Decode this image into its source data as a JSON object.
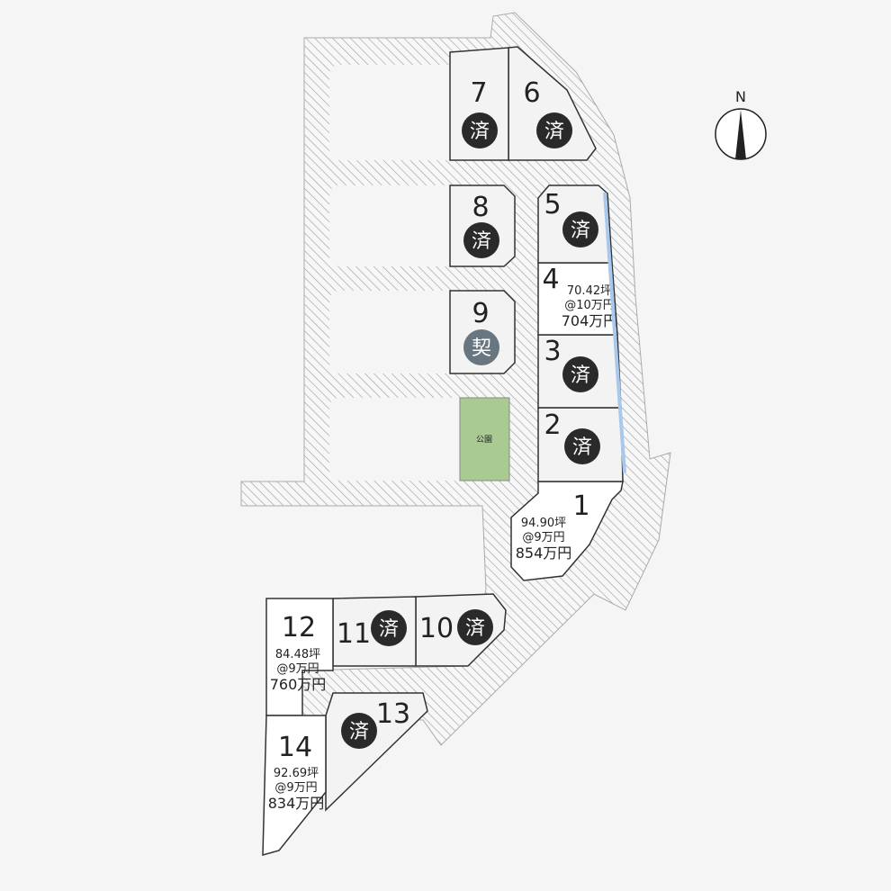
{
  "title": "区画図",
  "compass": {
    "label": "N"
  },
  "park": {
    "label": "公園",
    "color": "#a9cb93"
  },
  "colors": {
    "sold_badge": "#2a2a2a",
    "contract_badge": "#68767f",
    "sold_fill": "#f3f3f3",
    "available_fill": "#ffffff",
    "waterway": "#a8c8ec"
  },
  "lots": [
    {
      "number": "1",
      "status": "available",
      "area": "94.90坪",
      "unit_price": "@9万円",
      "price": "854万円"
    },
    {
      "number": "2",
      "status": "sold",
      "badge": "済"
    },
    {
      "number": "3",
      "status": "sold",
      "badge": "済"
    },
    {
      "number": "4",
      "status": "available",
      "area": "70.42坪",
      "unit_price": "@10万円",
      "price": "704万円"
    },
    {
      "number": "5",
      "status": "sold",
      "badge": "済"
    },
    {
      "number": "6",
      "status": "sold",
      "badge": "済"
    },
    {
      "number": "7",
      "status": "sold",
      "badge": "済"
    },
    {
      "number": "8",
      "status": "sold",
      "badge": "済"
    },
    {
      "number": "9",
      "status": "contracted",
      "badge": "契"
    },
    {
      "number": "10",
      "status": "sold",
      "badge": "済"
    },
    {
      "number": "11",
      "status": "sold",
      "badge": "済"
    },
    {
      "number": "12",
      "status": "available",
      "area": "84.48坪",
      "unit_price": "@9万円",
      "price": "760万円"
    },
    {
      "number": "13",
      "status": "sold",
      "badge": "済"
    },
    {
      "number": "14",
      "status": "available",
      "area": "92.69坪",
      "unit_price": "@9万円",
      "price": "834万円"
    }
  ]
}
